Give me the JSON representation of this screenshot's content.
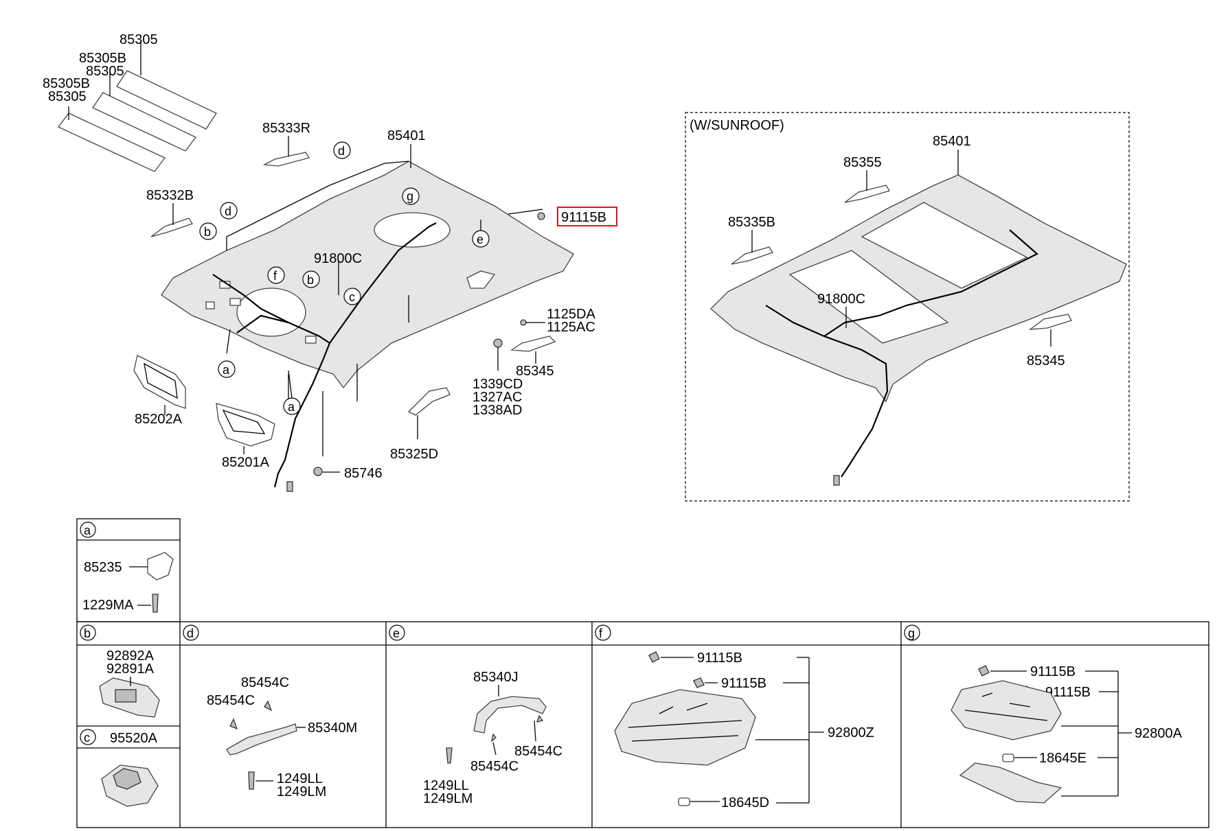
{
  "main": {
    "labels": {
      "p85305_a": "85305",
      "p85305b_a": "85305B",
      "p85305_b": "85305",
      "p85305b_b": "85305B",
      "p85305_c": "85305",
      "p85333r": "85333R",
      "p85401": "85401",
      "p85332b": "85332B",
      "p91800c": "91800C",
      "p91115b": "91115B",
      "p1125da": "1125DA",
      "p1125ac": "1125AC",
      "p85345": "85345",
      "p1339cd": "1339CD",
      "p1327ac": "1327AC",
      "p1338ad": "1338AD",
      "p85202a": "85202A",
      "p85201a": "85201A",
      "p85325d": "85325D",
      "p85746": "85746"
    },
    "callouts": [
      "a",
      "b",
      "c",
      "d",
      "e",
      "f",
      "g"
    ]
  },
  "sunroof": {
    "title": "(W/SUNROOF)",
    "labels": {
      "p85401": "85401",
      "p85355": "85355",
      "p85335b": "85335B",
      "p91800c": "91800C",
      "p85345": "85345"
    }
  },
  "detail": {
    "a": {
      "letter": "a",
      "parts": [
        "85235",
        "1229MA"
      ]
    },
    "b": {
      "letter": "b",
      "parts": [
        "92892A",
        "92891A"
      ]
    },
    "c": {
      "letter": "c",
      "parts": [
        "95520A"
      ]
    },
    "d": {
      "letter": "d",
      "parts": [
        "85454C",
        "85454C",
        "85340M",
        "1249LL",
        "1249LM"
      ]
    },
    "e": {
      "letter": "e",
      "parts": [
        "85340J",
        "85454C",
        "85454C",
        "1249LL",
        "1249LM"
      ]
    },
    "f": {
      "letter": "f",
      "parts": [
        "91115B",
        "91115B",
        "92800Z",
        "18645D"
      ]
    },
    "g": {
      "letter": "g",
      "parts": [
        "91115B",
        "91115B",
        "92800A",
        "18645E"
      ]
    }
  },
  "highlight": {
    "part": "91115B",
    "color": "#e0141e"
  }
}
